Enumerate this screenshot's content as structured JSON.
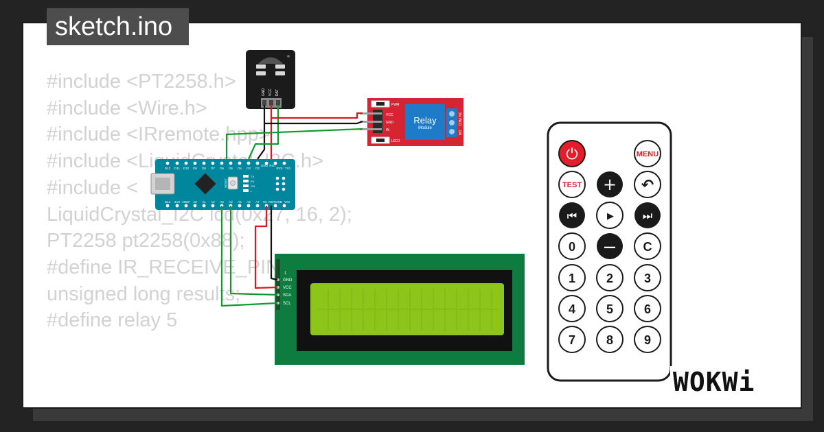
{
  "tab": {
    "title": "sketch.ino"
  },
  "code_lines": [
    "#include <PT2258.h>",
    "#include <Wire.h>",
    "#include <IRremote.hpp>",
    "#include <LiquidCrystal_I2C.h>",
    "#include <",
    "LiquidCrystal_I2C lcd(0x27, 16, 2);",
    "",
    "PT2258 pt2258(0x88);",
    "#define IR_RECEIVE_PIN",
    "unsigned long results;",
    "",
    "#define relay 5"
  ],
  "ir_receiver": {
    "pins": [
      "GND",
      "VCC",
      "DAT"
    ]
  },
  "relay": {
    "title": "Relay",
    "subtitle": "Module",
    "pins": [
      "VCC",
      "GND",
      "IN"
    ],
    "leds": [
      "PWR",
      "LED1"
    ],
    "terminals": [
      "NC",
      "COM",
      "NO"
    ]
  },
  "nano": {
    "top_pins": [
      "D12",
      "D11",
      "D10",
      "D9",
      "D8",
      "D7",
      "D6",
      "D5",
      "D4",
      "D3",
      "D2",
      "GND",
      "RST",
      "RX0",
      "TX1"
    ],
    "bottom_pins": [
      "D13",
      "3V3",
      "AREF",
      "A0",
      "A1",
      "A2",
      "A3",
      "A4",
      "A5",
      "A6",
      "A7",
      "5V",
      "RST",
      "GND",
      "VIN"
    ],
    "leds": [
      "TX",
      "RX",
      "ON",
      "L"
    ],
    "reset_label": "RESET"
  },
  "lcd": {
    "pin1": "1",
    "pins": [
      "GND",
      "VCC",
      "SDA",
      "SCL"
    ]
  },
  "remote": {
    "row1": {
      "power": "⏻",
      "menu": "MENU"
    },
    "row2": [
      "TEST",
      "+",
      "↶"
    ],
    "row3": [
      "⏮",
      "▶",
      "⏭"
    ],
    "row4": [
      "0",
      "—",
      "C"
    ],
    "row5": [
      "1",
      "2",
      "3"
    ],
    "row6": [
      "4",
      "5",
      "6"
    ],
    "row7": [
      "7",
      "8",
      "9"
    ]
  },
  "logo": {
    "text": "WOKWi"
  },
  "colors": {
    "board_teal": "#00879d",
    "relay_red": "#d62433",
    "relay_blue": "#1e7bc8",
    "lcd_green": "#0d7c3e",
    "lcd_screen": "#8ec51b",
    "wire_red": "#e0141e",
    "wire_green": "#0f9a2c",
    "power_red": "#e51d2b"
  }
}
